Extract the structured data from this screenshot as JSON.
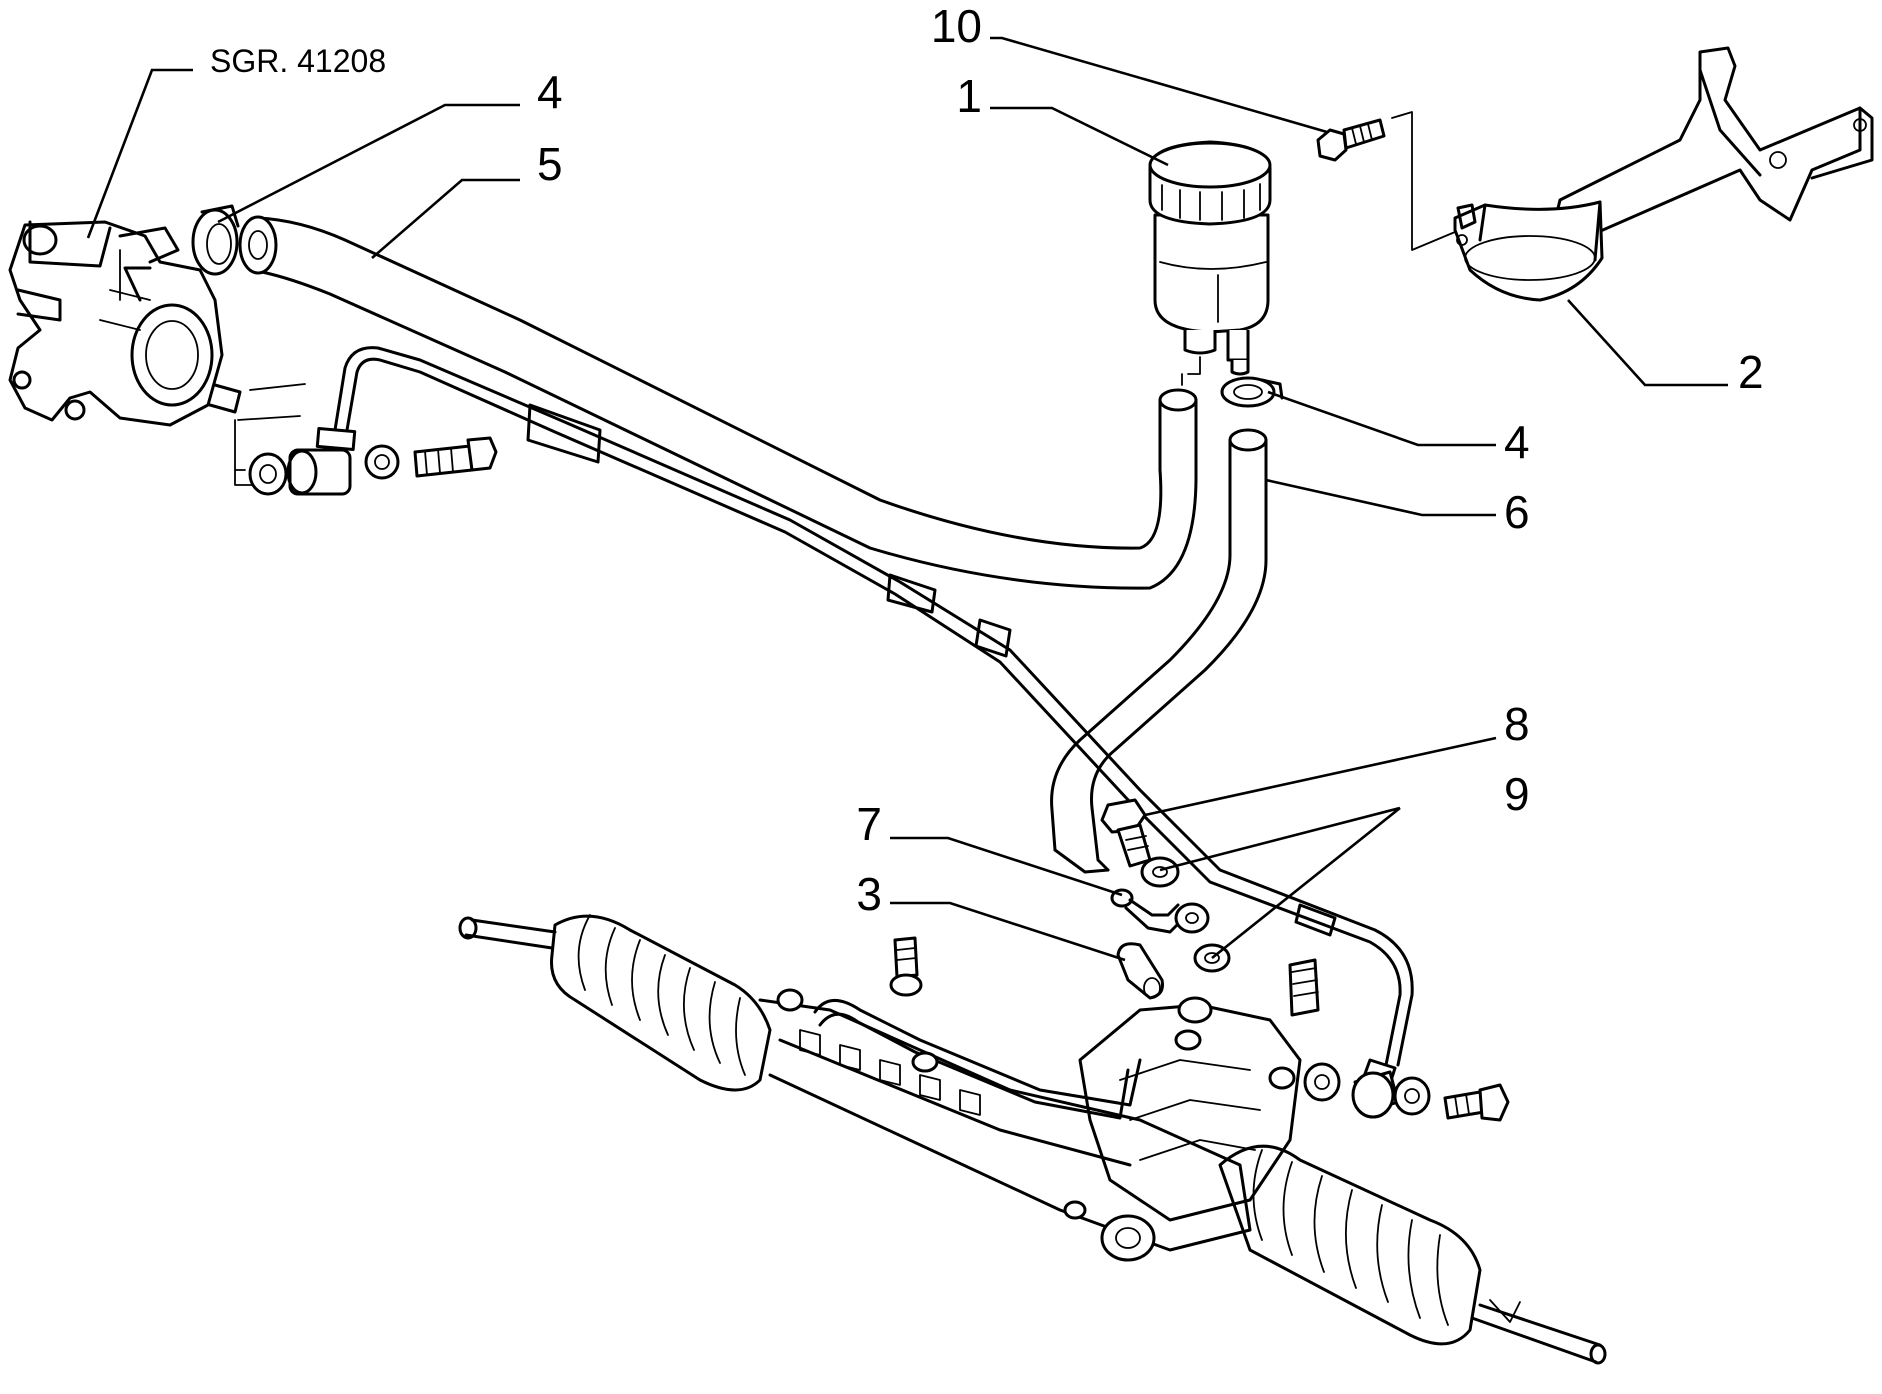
{
  "reference": "SGR. 41208",
  "labels": {
    "l1": "1",
    "l2": "2",
    "l3": "3",
    "l4a": "4",
    "l4b": "4",
    "l5": "5",
    "l6": "6",
    "l7": "7",
    "l8": "8",
    "l9": "9",
    "l10": "10"
  },
  "colors": {
    "ink": "#000000",
    "paper": "#ffffff"
  }
}
